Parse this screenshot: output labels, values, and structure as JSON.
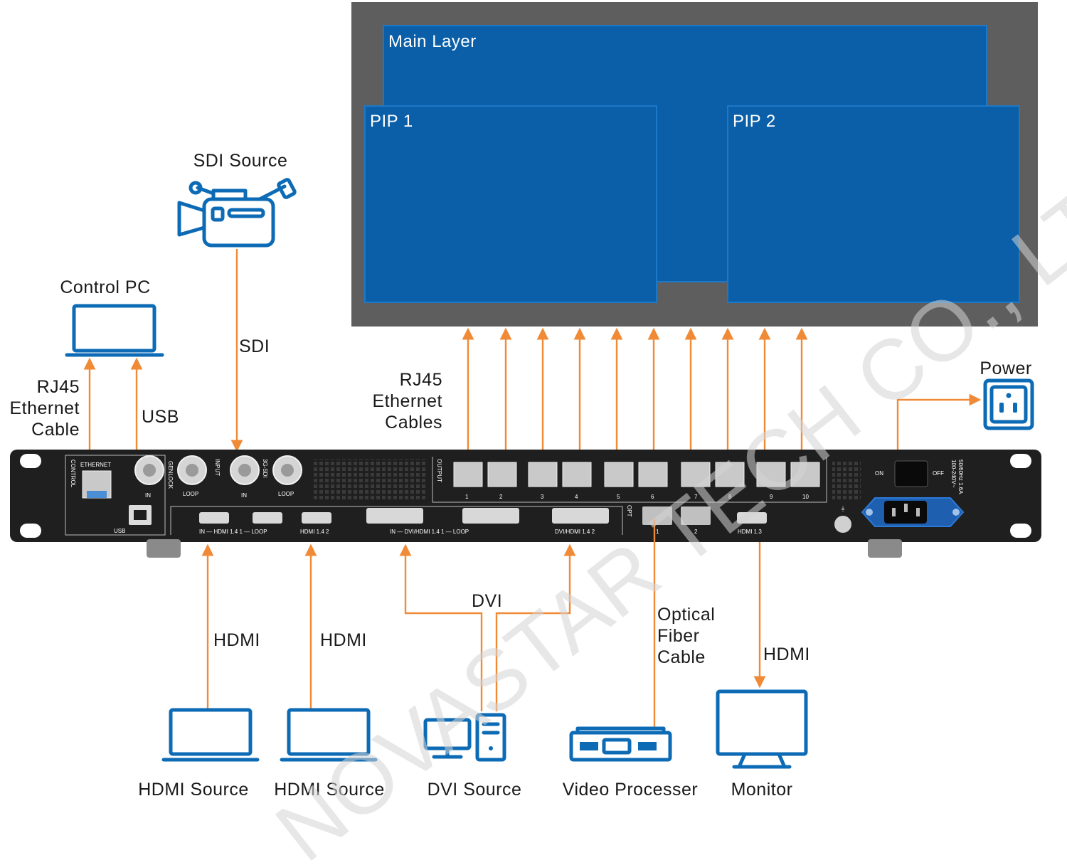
{
  "screen": {
    "main_layer": "Main Layer",
    "pip1": "PIP 1",
    "pip2": "PIP 2",
    "colors": {
      "frame": "#5e5e5e",
      "layer": "#0a5fa8",
      "layer_border": "#1c78c8"
    }
  },
  "devices": {
    "sdi_source": "SDI Source",
    "control_pc": "Control PC",
    "power": "Power",
    "hdmi_source_1": "HDMI Source",
    "hdmi_source_2": "HDMI Source",
    "dvi_source": "DVI Source",
    "video_processer": "Video Processer",
    "monitor": "Monitor"
  },
  "cables": {
    "sdi": "SDI",
    "rj45_left": [
      "RJ45",
      "Ethernet",
      "Cable"
    ],
    "usb": "USB",
    "rj45_outputs": [
      "RJ45",
      "Ethernet",
      "Cables"
    ],
    "hdmi_1": "HDMI",
    "hdmi_2": "HDMI",
    "dvi": "DVI",
    "optical": [
      "Optical",
      "Fiber",
      "Cable"
    ],
    "hdmi_out": "HDMI"
  },
  "panel": {
    "control": "CONTROL",
    "ethernet": "ETHERNET",
    "usb": "USB",
    "genlock": "GENLOCK",
    "input": "INPUT",
    "sdi_3g": "3G-SDI",
    "in": "IN",
    "loop": "LOOP",
    "hdmi14_1": "IN — HDMI 1.4 1 — LOOP",
    "hdmi14_2": "HDMI 1.4 2",
    "dvi1": "IN — DVI/HDMI 1.4 1 — LOOP",
    "dvi2": "DVI/HDMI 1.4 2",
    "opt": "OPT",
    "opt_ports": [
      "1",
      "2"
    ],
    "hdmi13": "HDMI 1.3",
    "output": "OUTPUT",
    "output_ports": [
      "1",
      "2",
      "3",
      "4",
      "5",
      "6",
      "7",
      "8",
      "9",
      "10"
    ],
    "on": "ON",
    "off": "OFF",
    "rating": [
      "50/60Hz 1.6A",
      "100-240V~"
    ]
  },
  "colors": {
    "accent": "#f08a36",
    "icon": "#0d6bb5",
    "chassis": "#1f1f1f"
  },
  "watermark": "NOVASTAR TECH CO., LTD."
}
